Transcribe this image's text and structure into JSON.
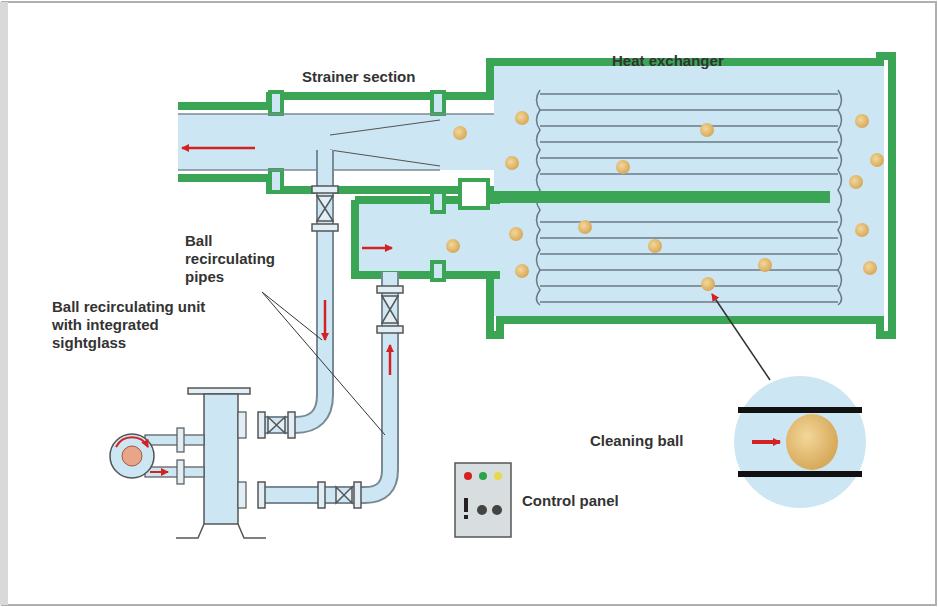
{
  "diagram": {
    "labels": [
      "Strainer section",
      "Heat exchanger",
      "Ball recirculating pipes",
      "Ball recirculating unit with integrated sightglass",
      "Cleaning ball",
      "Control panel"
    ]
  }
}
